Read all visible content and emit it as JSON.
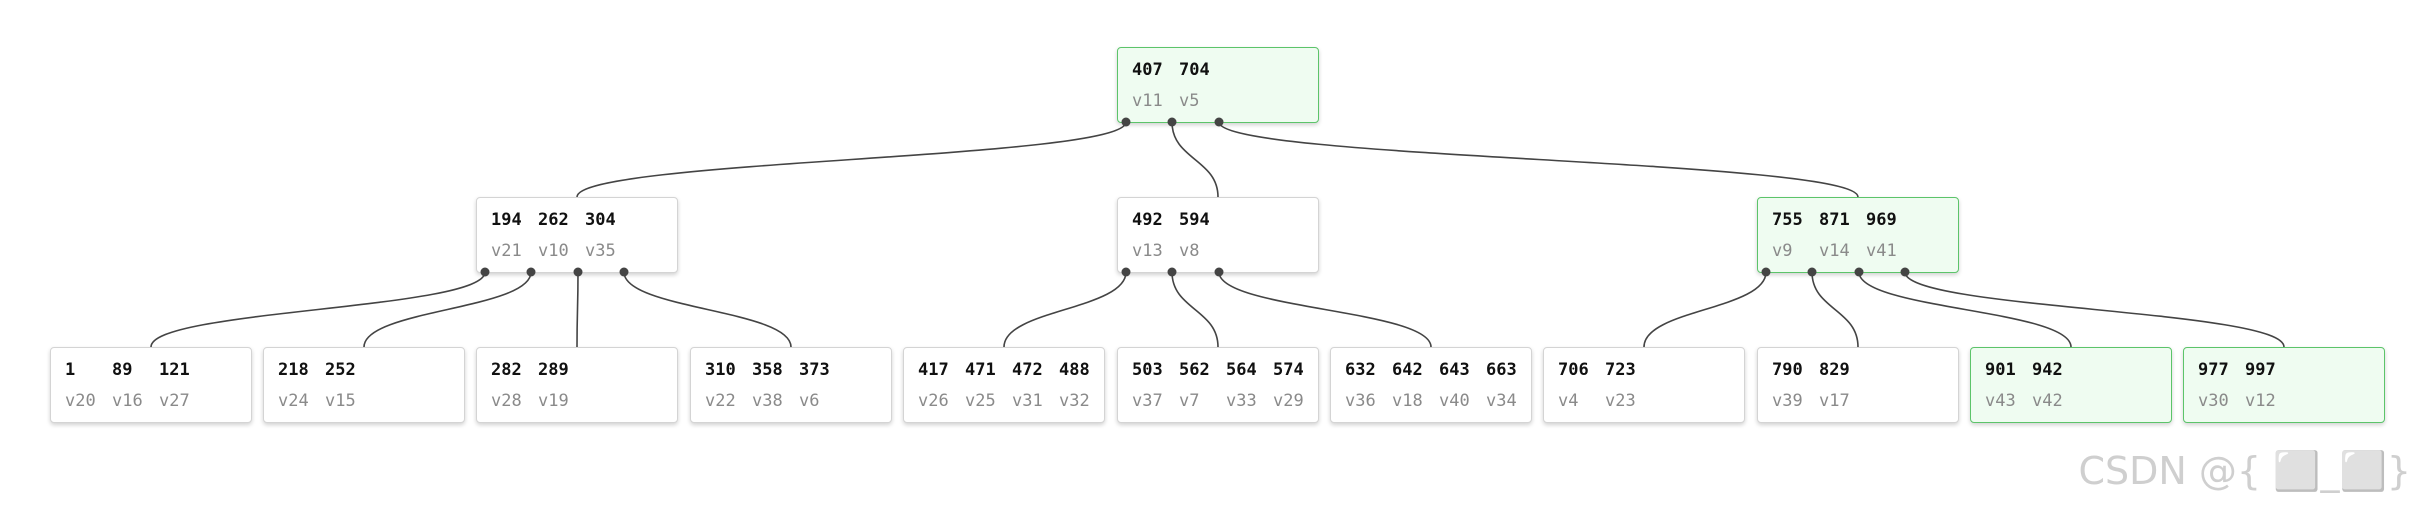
{
  "nodes": [
    {
      "keys": [
        "407",
        "704"
      ],
      "values": [
        "v11",
        "v5"
      ],
      "highlight": true
    },
    {
      "keys": [
        "194",
        "262",
        "304"
      ],
      "values": [
        "v21",
        "v10",
        "v35"
      ],
      "highlight": false
    },
    {
      "keys": [
        "492",
        "594"
      ],
      "values": [
        "v13",
        "v8"
      ],
      "highlight": false
    },
    {
      "keys": [
        "755",
        "871",
        "969"
      ],
      "values": [
        "v9",
        "v14",
        "v41"
      ],
      "highlight": true
    },
    {
      "keys": [
        "1",
        "89",
        "121"
      ],
      "values": [
        "v20",
        "v16",
        "v27"
      ],
      "highlight": false
    },
    {
      "keys": [
        "218",
        "252"
      ],
      "values": [
        "v24",
        "v15"
      ],
      "highlight": false
    },
    {
      "keys": [
        "282",
        "289"
      ],
      "values": [
        "v28",
        "v19"
      ],
      "highlight": false
    },
    {
      "keys": [
        "310",
        "358",
        "373"
      ],
      "values": [
        "v22",
        "v38",
        "v6"
      ],
      "highlight": false
    },
    {
      "keys": [
        "417",
        "471",
        "472",
        "488"
      ],
      "values": [
        "v26",
        "v25",
        "v31",
        "v32"
      ],
      "highlight": false
    },
    {
      "keys": [
        "503",
        "562",
        "564",
        "574"
      ],
      "values": [
        "v37",
        "v7",
        "v33",
        "v29"
      ],
      "highlight": false
    },
    {
      "keys": [
        "632",
        "642",
        "643",
        "663"
      ],
      "values": [
        "v36",
        "v18",
        "v40",
        "v34"
      ],
      "highlight": false
    },
    {
      "keys": [
        "706",
        "723"
      ],
      "values": [
        "v4",
        "v23"
      ],
      "highlight": false
    },
    {
      "keys": [
        "790",
        "829"
      ],
      "values": [
        "v39",
        "v17"
      ],
      "highlight": false
    },
    {
      "keys": [
        "901",
        "942"
      ],
      "values": [
        "v43",
        "v42"
      ],
      "highlight": true
    },
    {
      "keys": [
        "977",
        "997"
      ],
      "values": [
        "v30",
        "v12"
      ],
      "highlight": true
    }
  ],
  "edges": [
    {
      "from": 0,
      "port": 0,
      "to": 1
    },
    {
      "from": 0,
      "port": 1,
      "to": 2
    },
    {
      "from": 0,
      "port": 2,
      "to": 3
    },
    {
      "from": 1,
      "port": 0,
      "to": 4
    },
    {
      "from": 1,
      "port": 1,
      "to": 5
    },
    {
      "from": 1,
      "port": 2,
      "to": 6
    },
    {
      "from": 1,
      "port": 3,
      "to": 7
    },
    {
      "from": 2,
      "port": 0,
      "to": 8
    },
    {
      "from": 2,
      "port": 1,
      "to": 9
    },
    {
      "from": 2,
      "port": 2,
      "to": 10
    },
    {
      "from": 3,
      "port": 0,
      "to": 11
    },
    {
      "from": 3,
      "port": 1,
      "to": 12
    },
    {
      "from": 3,
      "port": 2,
      "to": 13
    },
    {
      "from": 3,
      "port": 3,
      "to": 14
    }
  ],
  "colors": {
    "highlight_border": "#5cc46a",
    "highlight_fill": "#effcf1",
    "edge": "#444444"
  },
  "watermark": "CSDN @{ ⬜_⬜}"
}
